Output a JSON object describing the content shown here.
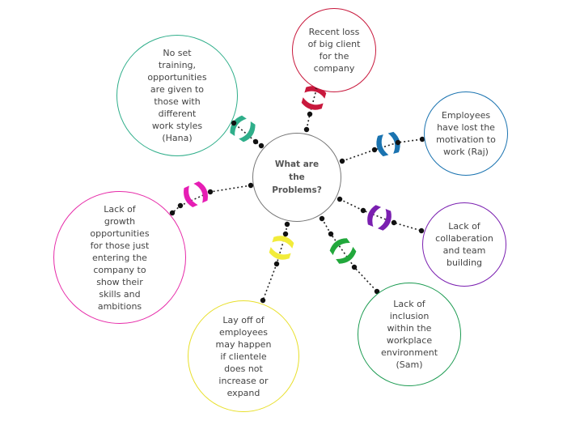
{
  "center": {
    "text": "What are\nthe\nProblems?",
    "border": "#777777"
  },
  "nodes": [
    {
      "id": "recent-loss",
      "text": "Recent loss\nof big client\nfor the\ncompany",
      "color": "#c8183c"
    },
    {
      "id": "motivation",
      "text": "Employees\nhave lost the\nmotivation to\nwork (Raj)",
      "color": "#1a73b0"
    },
    {
      "id": "collaboration",
      "text": "Lack of\ncollaberation\nand team\nbuilding",
      "color": "#7a1fb0"
    },
    {
      "id": "inclusion",
      "text": "Lack of\ninclusion\nwithin the\nworkplace\nenvironment\n(Sam)",
      "color": "#1a9a50"
    },
    {
      "id": "layoff",
      "text": "Lay off of\nemployees\nmay happen\nif clientele\ndoes not\nincrease or\nexpand",
      "color": "#e8df2a"
    },
    {
      "id": "growth",
      "text": "Lack of\ngrowth\nopportunities\nfor those just\nentering the\ncompany to\nshow their\nskills and\nambitions",
      "color": "#e62aa8"
    },
    {
      "id": "training",
      "text": "No set\ntraining,\nopportunities\nare given to\nthose with\ndifferent\nwork styles\n(Hana)",
      "color": "#2fae8a"
    }
  ],
  "connector_colors": {
    "recent-loss": "#c8183c",
    "motivation": "#1a73b0",
    "collaboration": "#7a1fb0",
    "inclusion": "#22a83c",
    "layoff": "#f2ec3a",
    "growth": "#e61eb4",
    "training": "#2fae8a"
  }
}
